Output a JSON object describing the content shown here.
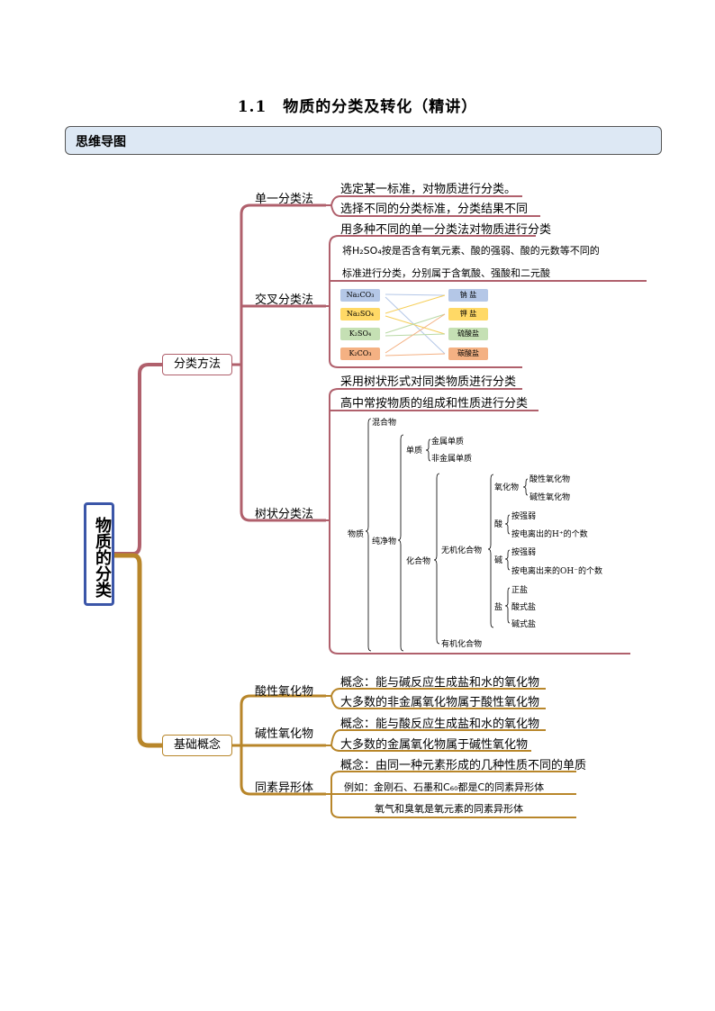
{
  "title": "1.1　物质的分类及转化（精讲）",
  "section_header": "思维导图",
  "mindmap": {
    "root": "物质的分类",
    "colors": {
      "classify_branch": "#b0606c",
      "concept_branch": "#b8862a",
      "root_border": "#3b56a8"
    },
    "branches": [
      {
        "label": "分类方法",
        "children": [
          {
            "label": "单一分类法",
            "notes": [
              "选定某一标准，对物质进行分类。",
              "选择不同的分类标准，分类结果不同"
            ]
          },
          {
            "label": "交叉分类法",
            "notes": [
              "用多种不同的单一分类法对物质进行分类",
              "将H₂SO₄按是否含有氧元素、酸的强弱、酸的元数等不同的",
              "标准进行分类，分别属于含氧酸、强酸和二元酸"
            ],
            "cross_diagram": {
              "left": [
                {
                  "label": "Na₂CO₃",
                  "color": "#b4c7e7"
                },
                {
                  "label": "Na₂SO₄",
                  "color": "#ffd966"
                },
                {
                  "label": "K₂SO₄",
                  "color": "#c5e0b4"
                },
                {
                  "label": "K₂CO₃",
                  "color": "#f4b183"
                }
              ],
              "right": [
                {
                  "label": "钠 盐",
                  "color": "#b4c7e7"
                },
                {
                  "label": "钾 盐",
                  "color": "#ffd966"
                },
                {
                  "label": "硫酸盐",
                  "color": "#c5e0b4"
                },
                {
                  "label": "碳酸盐",
                  "color": "#f4b183"
                }
              ],
              "links": [
                [
                  0,
                  0
                ],
                [
                  0,
                  3
                ],
                [
                  1,
                  0
                ],
                [
                  1,
                  2
                ],
                [
                  2,
                  1
                ],
                [
                  2,
                  2
                ],
                [
                  3,
                  1
                ],
                [
                  3,
                  3
                ]
              ]
            }
          },
          {
            "label": "树状分类法",
            "notes": [
              "采用树状形式对同类物质进行分类",
              "高中常按物质的组成和性质进行分类"
            ],
            "tree": {
              "root": "物质",
              "mixture": "混合物",
              "pure": "纯净物",
              "element": "单质",
              "metal": "金属单质",
              "nonmetal": "非金属单质",
              "compound": "化合物",
              "inorganic": "无机化合物",
              "organic": "有机化合物",
              "oxide": "氧化物",
              "acidic_oxide": "酸性氧化物",
              "basic_oxide": "碱性氧化物",
              "acid": "酸",
              "acid_strength": "按强弱",
              "acid_h": "按电离出的H⁺的个数",
              "base": "碱",
              "base_strength": "按强弱",
              "base_oh": "按电离出来的OH⁻的个数",
              "salt": "盐",
              "normal_salt": "正盐",
              "acid_salt": "酸式盐",
              "basic_salt": "碱式盐"
            }
          }
        ]
      },
      {
        "label": "基础概念",
        "children": [
          {
            "label": "酸性氧化物",
            "notes": [
              "概念：能与碱反应生成盐和水的氧化物",
              "大多数的非金属氧化物属于酸性氧化物"
            ]
          },
          {
            "label": "碱性氧化物",
            "notes": [
              "概念：能与酸反应生成盐和水的氧化物",
              "大多数的金属氧化物属于碱性氧化物"
            ]
          },
          {
            "label": "同素异形体",
            "notes": [
              "概念：由同一种元素形成的几种性质不同的单质",
              "例如：金刚石、石墨和C₆₀都是C的同素异形体",
              "氧气和臭氧是氧元素的同素异形体"
            ]
          }
        ]
      }
    ]
  }
}
